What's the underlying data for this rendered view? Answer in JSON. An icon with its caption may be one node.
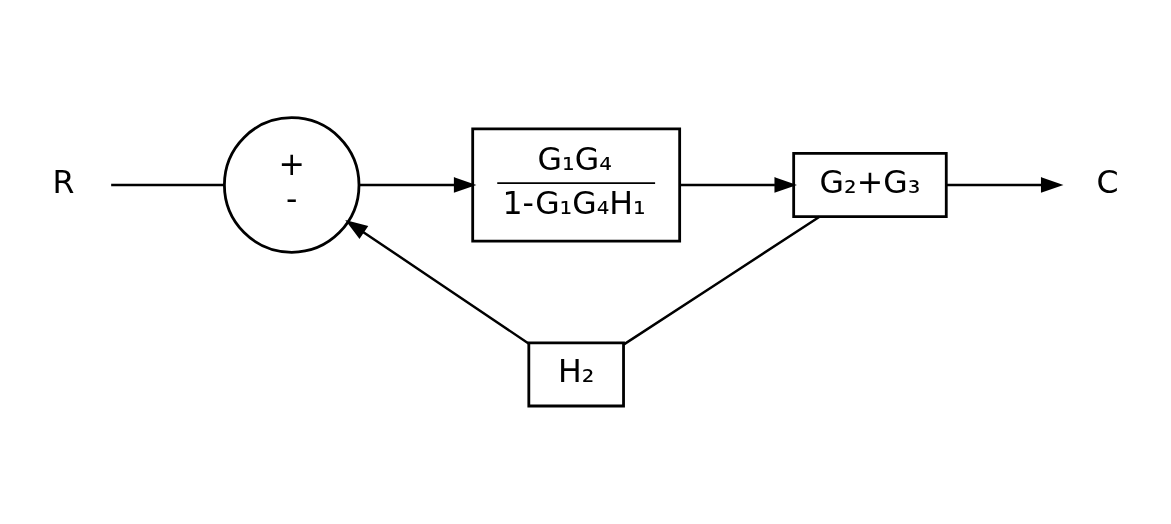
{
  "diagram": {
    "nodes": [
      {
        "text": [
          "R"
        ]
      },
      {
        "text": [
          "+",
          "-"
        ]
      },
      {
        "text": [
          "G₁G₄",
          "1-G₁G₄H₁"
        ]
      },
      {
        "text": [
          "G₂+G₃"
        ]
      },
      {
        "text": [
          "C"
        ]
      },
      {
        "text": [
          "H₂"
        ]
      }
    ],
    "edges": [
      {
        "from": 0,
        "to": 1,
        "arrow": "none"
      },
      {
        "from": 1,
        "to": 2,
        "arrow": "to"
      },
      {
        "from": 2,
        "to": 3,
        "arrow": "to"
      },
      {
        "from": 3,
        "to": 4,
        "arrow": "to"
      },
      {
        "from": 3,
        "to": 5,
        "arrow": "none"
      },
      {
        "from": 5,
        "to": 1,
        "arrow": "to"
      }
    ]
  }
}
